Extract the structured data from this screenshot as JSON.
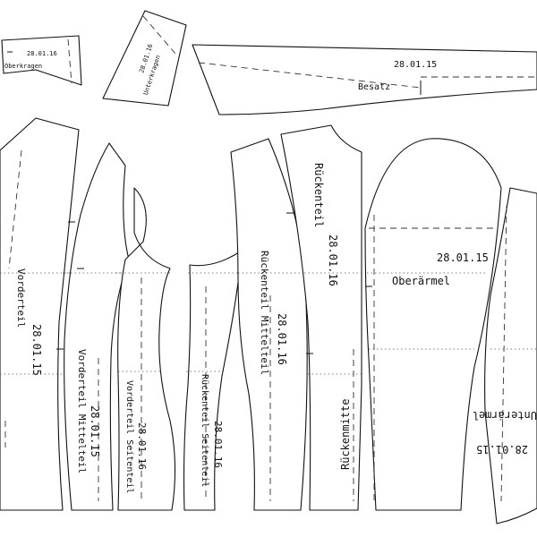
{
  "pattern_sheet": {
    "pieces": {
      "oberkragen": {
        "name": "Oberkragen",
        "date": "28.01.16"
      },
      "unterkragen": {
        "name": "Unterkragen",
        "date": "28.01.16"
      },
      "besatz": {
        "name": "Besatz",
        "date": "28.01.15"
      },
      "vorderteil": {
        "name": "Vorderteil",
        "date": "28.01.15"
      },
      "vorderteil_mittelteil": {
        "name": "Vorderteil Mittelteil",
        "date": "28.01.15"
      },
      "vorderteil_seitenteil": {
        "name": "Vorderteil Seitenteil",
        "date": "28.01.16"
      },
      "rueckenteil_seitenteil": {
        "name": "Rückenteil Seitenteil",
        "date": "28.01.16"
      },
      "rueckenteil_mittelteil": {
        "name": "Rückenteil Mittelteil",
        "date": "28.01.16"
      },
      "rueckenteil": {
        "name": "Rückenteil",
        "date": "28.01.16",
        "label2": "Rückenmitte"
      },
      "oberaermel": {
        "name": "Oberärmel",
        "date": "28.01.15"
      },
      "unteraermel": {
        "name": "Unterärmel",
        "date": "28.01.15"
      }
    }
  }
}
